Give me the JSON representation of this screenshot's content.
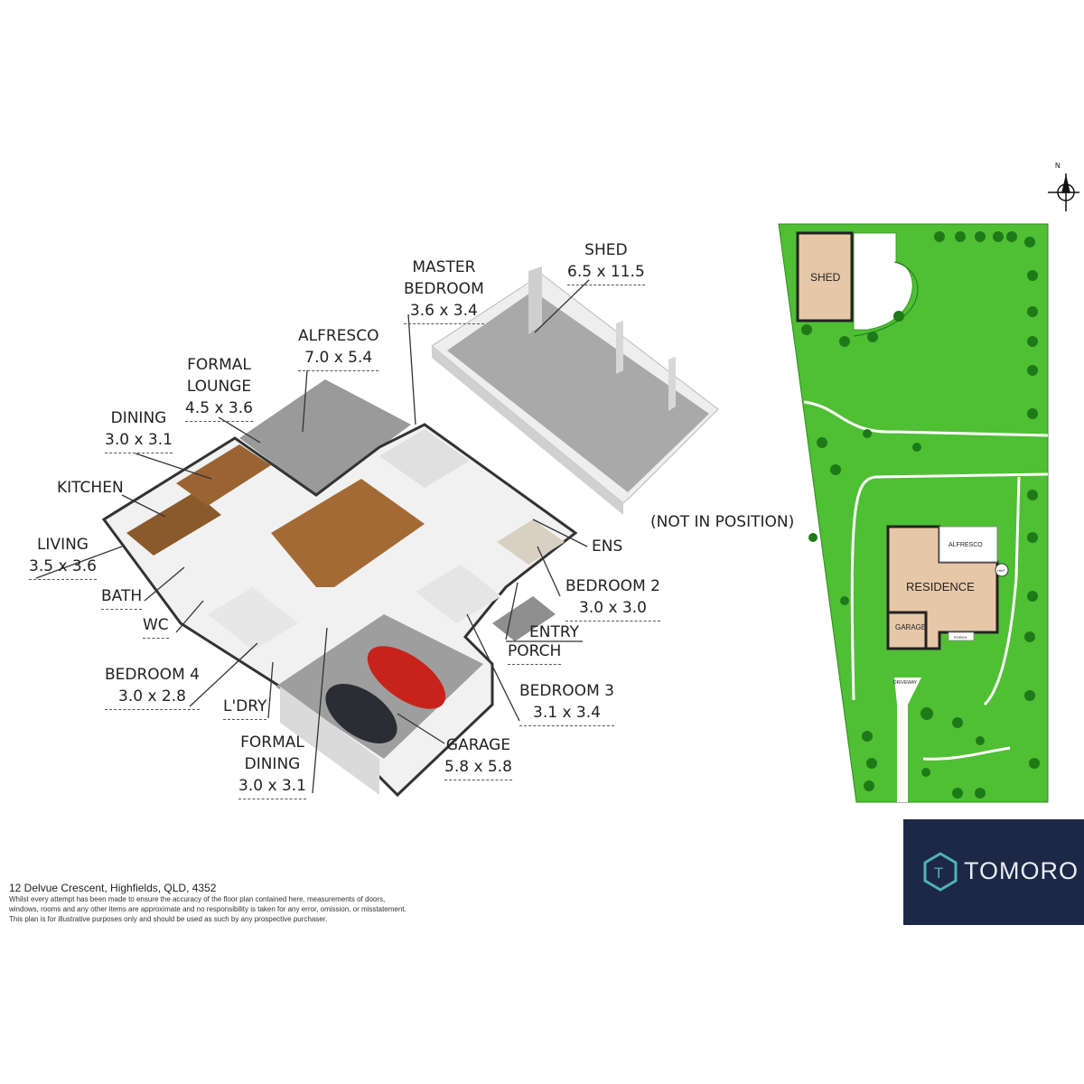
{
  "rooms": {
    "shed": {
      "name": "SHED",
      "dim": "6.5 x 11.5"
    },
    "master_bedroom": {
      "name1": "MASTER",
      "name2": "BEDROOM",
      "dim": "3.6 x 3.4"
    },
    "alfresco": {
      "name": "ALFRESCO",
      "dim": "7.0 x 5.4"
    },
    "formal_lounge": {
      "name1": "FORMAL",
      "name2": "LOUNGE",
      "dim": "4.5 x 3.6"
    },
    "dining": {
      "name": "DINING",
      "dim": "3.0 x 3.1"
    },
    "kitchen": {
      "name": "KITCHEN"
    },
    "living": {
      "name": "LIVING",
      "dim": "3.5 x 3.6"
    },
    "bath": {
      "name": "BATH"
    },
    "wc": {
      "name": "WC"
    },
    "bedroom4": {
      "name": "BEDROOM 4",
      "dim": "3.0 x 2.8"
    },
    "laundry": {
      "name": "L'DRY"
    },
    "formal_dining": {
      "name1": "FORMAL",
      "name2": "DINING",
      "dim": "3.0 x 3.1"
    },
    "garage": {
      "name": "GARAGE",
      "dim": "5.8 x 5.8"
    },
    "bedroom3": {
      "name": "BEDROOM 3",
      "dim": "3.1 x 3.4"
    },
    "entry": {
      "name": "ENTRY"
    },
    "porch": {
      "name": "PORCH"
    },
    "bedroom2": {
      "name": "BEDROOM 2",
      "dim": "3.0 x 3.0"
    },
    "ens": {
      "name": "ENS"
    }
  },
  "not_in_position": "(NOT IN POSITION)",
  "site_plan": {
    "north": "N",
    "shed": "SHED",
    "alfresco": "ALFRESCO",
    "residence": "RESIDENCE",
    "garage": "GARAGE",
    "porch": "PORCH",
    "driveway": "DRIVEWAY",
    "hwt": "HWT",
    "colors": {
      "grass": "#4fbf34",
      "grass_edge": "#2f8a1f",
      "building": "#e6c7a8",
      "tree": "#1e7a18"
    }
  },
  "footer": {
    "address": "12 Delvue Crescent, Highfields, QLD, 4352",
    "disclaimer1": "Whilst every attempt has been made to ensure the accuracy of the floor plan contained here, measurements of doors,",
    "disclaimer2": "windows, rooms and any other items are approximate and no responsibility is taken for any error, omission, or misstatement.",
    "disclaimer3": "This plan is for illustrative purposes only and should be used as such by any prospective purchaser."
  },
  "brand": {
    "name": "TOMORO",
    "logo_letter": "T",
    "bg": "#1c2845"
  }
}
